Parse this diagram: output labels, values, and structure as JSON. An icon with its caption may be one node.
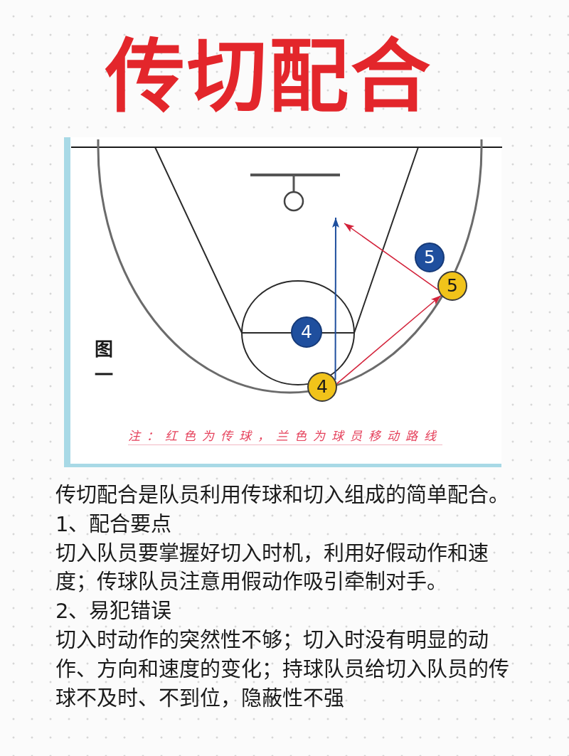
{
  "diagram": {
    "title": "传切配合",
    "nodes": [
      {
        "text": [
          "5"
        ]
      },
      {
        "text": [
          "5"
        ]
      },
      {
        "text": [
          "4"
        ]
      },
      {
        "text": [
          "4"
        ]
      }
    ],
    "edges": [
      {
        "from": 3,
        "to": 1,
        "arrow": "to",
        "color": "#d3223a"
      },
      {
        "from": 1,
        "to": null,
        "arrow": "to",
        "color": "#d3223a"
      },
      {
        "from": 3,
        "to": null,
        "arrow": "to",
        "color": "#1f4f9e"
      }
    ],
    "labels": [
      "图一",
      "注：红色为传球，兰色为球员移动路线",
      "传切配合是队员利用传球和切入组成的简单配合。",
      "1、配合要点",
      "切入队员要掌握好切入时机，利用好假动作和速度；传球队员注意用假动作吸引牵制对手。",
      "2、易犯错误",
      "切入时动作的突然性不够；切入时没有明显的动作、方向和速度的变化；持球队员给切入队员的传球不及时、不到位，隐蔽性不强"
    ]
  }
}
